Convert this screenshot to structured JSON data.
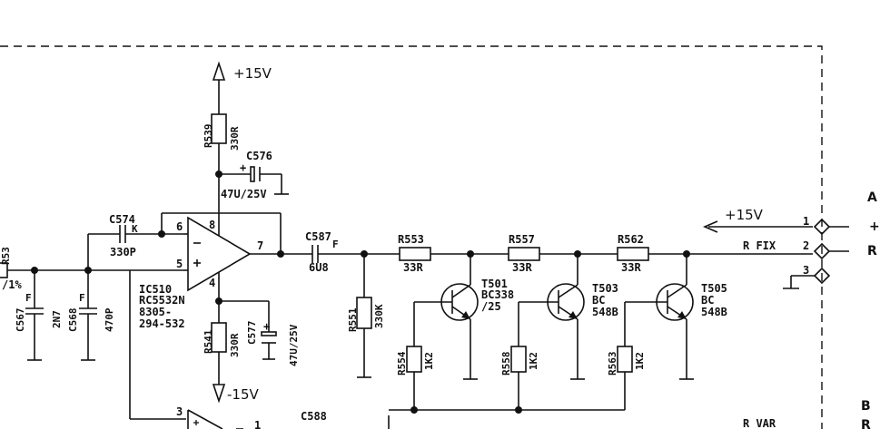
{
  "power": {
    "pos_top": "+15V",
    "neg": "-15V",
    "pos_right": "+15V"
  },
  "opamp": {
    "ref": "IC510",
    "part": "RC5532N",
    "code1": "8305-",
    "code2": "294-532",
    "pin_inv": "6",
    "pin_noninv": "5",
    "pin_out": "7",
    "pin_vcc": "8",
    "pin_vee": "4",
    "pin_b_noninv": "3",
    "pin_b_out": "1"
  },
  "components": {
    "r539": {
      "ref": "R539",
      "value": "330R"
    },
    "c576": {
      "ref": "C576",
      "value": "47U/25V"
    },
    "c574": {
      "ref": "C574",
      "value": "330P",
      "tag": "K"
    },
    "r541": {
      "ref": "R541",
      "value": "330R"
    },
    "c577": {
      "ref": "C577",
      "value": "47U/25V"
    },
    "c587": {
      "ref": "C587",
      "value": "6U8",
      "tag": "F"
    },
    "r551": {
      "ref": "R551",
      "value": "330K"
    },
    "r553": {
      "ref": "R553",
      "value": "33R"
    },
    "r557": {
      "ref": "R557",
      "value": "33R"
    },
    "r562": {
      "ref": "R562",
      "value": "33R"
    },
    "t501": {
      "ref": "T501",
      "part": "BC338",
      "suffix": "/25"
    },
    "t503": {
      "ref": "T503",
      "part": "BC",
      "suffix": "548B"
    },
    "t505": {
      "ref": "T505",
      "part": "BC",
      "suffix": "548B"
    },
    "r554": {
      "ref": "R554",
      "value": "1K2"
    },
    "r558": {
      "ref": "R558",
      "value": "1K2"
    },
    "r563": {
      "ref": "R563",
      "value": "1K2"
    },
    "c567": {
      "ref": "C567",
      "value": "2N7",
      "tag": "F"
    },
    "c568": {
      "ref": "C568",
      "value": "470P",
      "tag": "F"
    },
    "left_res": {
      "ref": "R53",
      "value": "/1%"
    },
    "c588": {
      "ref": "C588"
    }
  },
  "connector": {
    "pin1": "1",
    "pin2": "2",
    "pin3": "3",
    "net_fix": "R FIX",
    "net_var": "R VAR",
    "section_a": "A",
    "section_b": "B",
    "edge_a1": "+",
    "edge_a2": "R",
    "edge_b": "R"
  }
}
